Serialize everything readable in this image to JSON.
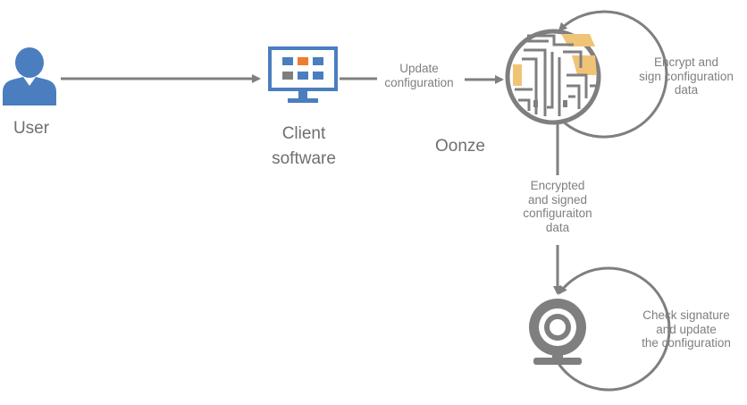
{
  "nodes": {
    "user": "User",
    "client": "Client\nsoftware",
    "server": "Oonze",
    "camera_icon": "webcam-icon",
    "user_icon": "user-icon",
    "monitor_icon": "monitor-icon",
    "server_icon": "server-map-icon"
  },
  "edges": {
    "update": "Update\nconfiguration",
    "encrypted": "Encrypted\nand signed\nconfiguraiton\ndata"
  },
  "loops": {
    "encrypt": "Encrypt and\nsign configuration\ndata",
    "check": "Check signature\nand update\nthe configuration"
  },
  "colors": {
    "arrow": "#7f7f7f",
    "blue": "#4a7ebf",
    "orange": "#ed7d31",
    "tan": "#f0c476"
  }
}
